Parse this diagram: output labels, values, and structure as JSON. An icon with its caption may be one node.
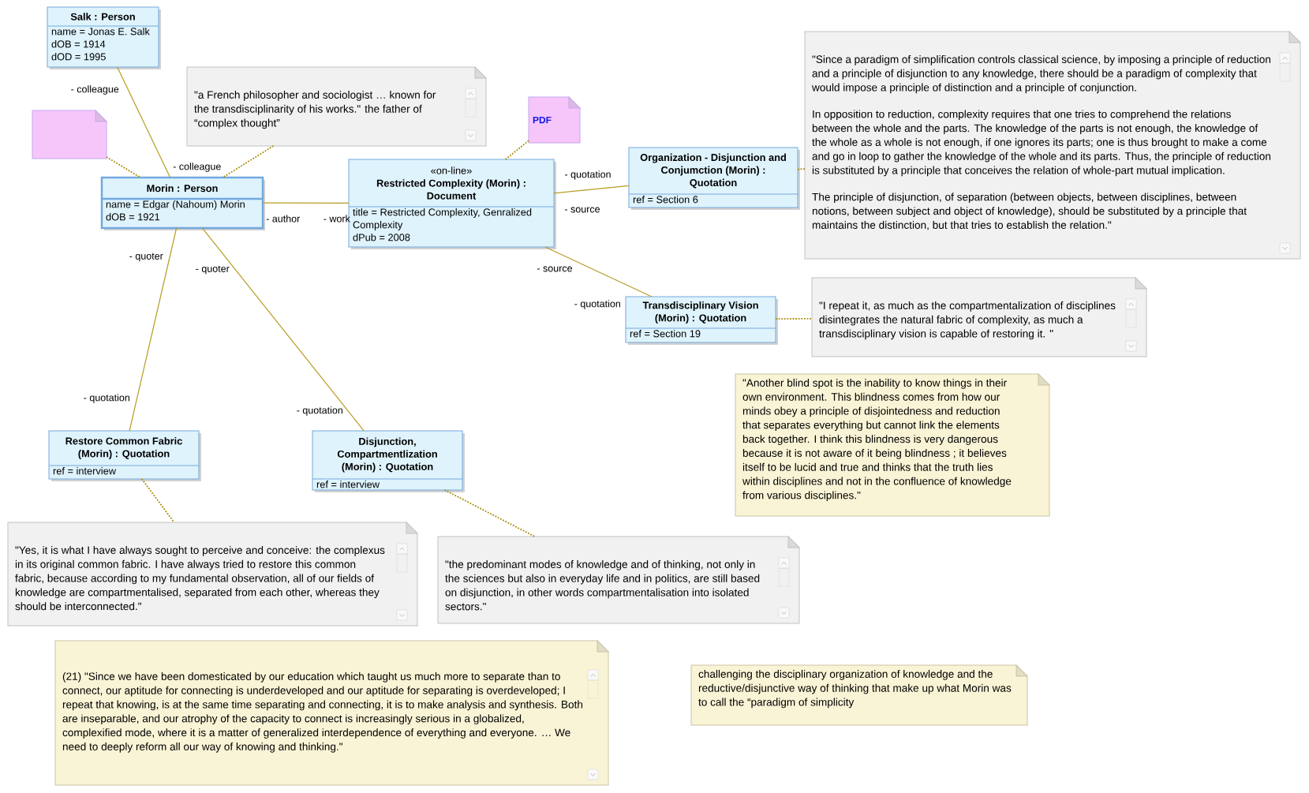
{
  "diagram": {
    "nodes": [
      {
        "text": [
          "Salk : Person",
          "name = Jonas E. Salk",
          "dOB = 1914",
          "dOD = 1995"
        ]
      },
      {
        "text": [
          "\"a French philosopher and sociologist … known for the transdisciplinarity of his works.\" the father of “complex thought”"
        ]
      },
      {
        "text": [],
        "shape": "box"
      },
      {
        "text": [
          "PDF"
        ]
      },
      {
        "text": [
          "Morin : Person",
          "name = Edgar (Nahoum) Morin",
          "dOB = 1921"
        ]
      },
      {
        "text": [
          "«on-line»",
          "Restricted Complexity (Morin) : Document",
          "title = Restricted Complexity, Genralized Complexity",
          "dPub = 2008"
        ]
      },
      {
        "text": [
          "Organization - Disjunction and Conjumction (Morin) : Quotation",
          "ref = Section 6"
        ]
      },
      {
        "text": [
          "\"Since a paradigm of simplification controls classical science, by imposing a principle of reduction and a principle of disjunction to any knowledge, there should be a paradigm of complexity that would impose a principle of distinction and a principle of conjunction.",
          "In opposition to reduction, complexity requires that one tries to comprehend the relations between the whole and the parts. The knowledge of the parts is not enough, the knowledge of the whole as a whole is not enough, if one ignores its parts; one is thus brought to make a come and go in loop to gather the knowledge of the whole and its parts. Thus, the principle of reduction is substituted by a principle that conceives the relation of whole-part mutual implication.",
          "The principle of disjunction, of separation (between objects, between disciplines, between notions, between subject and object of knowledge), should be substituted by a principle that maintains the distinction, but that tries to establish the relation.\""
        ]
      },
      {
        "text": [
          "Transdisciplinary Vision (Morin) : Quotation",
          "ref = Section 19"
        ]
      },
      {
        "text": [
          "\"I repeat it, as much as the compartmentalization of disciplines disintegrates the natural fabric of complexity, as much a transdisciplinary vision is capable of restoring it. \""
        ]
      },
      {
        "text": [
          "\"Another blind spot is the inability to know things in their own environment. This blindness comes from how our minds obey a principle of disjointedness and reduction that separates everything but cannot link the elements back together. I think this blindness is very dangerous because it is not aware of it being blindness ; it believes itself to be lucid and true and thinks that the truth lies within disciplines and not in the confluence of knowledge from various disciplines.\""
        ]
      },
      {
        "text": [
          "Restore Common Fabric (Morin) : Quotation",
          "ref = interview"
        ]
      },
      {
        "text": [
          "Disjunction, Compartmentlization (Morin) : Quotation",
          "ref = interview"
        ]
      },
      {
        "text": [
          "\"Yes, it is what I have always sought to perceive and conceive: the complexus in its original common fabric. I have always tried to restore this common fabric, because according to my fundamental observation, all of our fields of knowledge are compartmentalised, separated from each other, whereas they should be interconnected.\""
        ]
      },
      {
        "text": [
          "\"the predominant modes of knowledge and of thinking, not only in the sciences but also in everyday life and in politics, are still based on disjunction, in other words compartmentalisation into isolated sectors.\""
        ]
      },
      {
        "text": [
          "(21) \"Since we have been domesticated by our education which taught us much more to separate than to connect, our aptitude for connecting is underdeveloped and our aptitude for separating is overdeveloped; I repeat that knowing, is at the same time separating and connecting, it is to make analysis and synthesis. Both are inseparable, and our atrophy of the capacity to connect is increasingly serious in a globalized, complexified mode, where it is a matter of generalized interdependence of everything and everyone. … We need to deeply reform all our way of knowing and thinking.\""
        ]
      },
      {
        "text": [
          "challenging the disciplinary organization of knowledge and the reductive/disjunctive way of thinking that make up what Morin was to call the “paradigm of simplicity"
        ]
      }
    ],
    "edges": [
      {
        "from": 0,
        "to": 4,
        "arrow": "none"
      },
      {
        "from": 2,
        "to": 4,
        "arrow": "none",
        "style": "dashed"
      },
      {
        "from": 1,
        "to": 4,
        "arrow": "none",
        "style": "dashed"
      },
      {
        "from": 3,
        "to": 5,
        "arrow": "none",
        "style": "dashed"
      },
      {
        "from": 4,
        "to": 5,
        "arrow": "none"
      },
      {
        "from": 5,
        "to": 6,
        "arrow": "none"
      },
      {
        "from": 6,
        "to": 7,
        "arrow": "none",
        "style": "dashed"
      },
      {
        "from": 5,
        "to": 8,
        "arrow": "none"
      },
      {
        "from": 8,
        "to": 9,
        "arrow": "none",
        "style": "dashed"
      },
      {
        "from": 4,
        "to": 11,
        "arrow": "none"
      },
      {
        "from": 4,
        "to": 12,
        "arrow": "none"
      },
      {
        "from": 11,
        "to": 13,
        "arrow": "none",
        "style": "dashed"
      },
      {
        "from": 12,
        "to": 14,
        "arrow": "none",
        "style": "dashed"
      }
    ],
    "labels": [
      "- colleague",
      "- colleague",
      "- quotation",
      "- source",
      "- author",
      "- work",
      "- quoter",
      "- source",
      "- quoter",
      "- quotation",
      "- quotation",
      "- quotation"
    ]
  }
}
